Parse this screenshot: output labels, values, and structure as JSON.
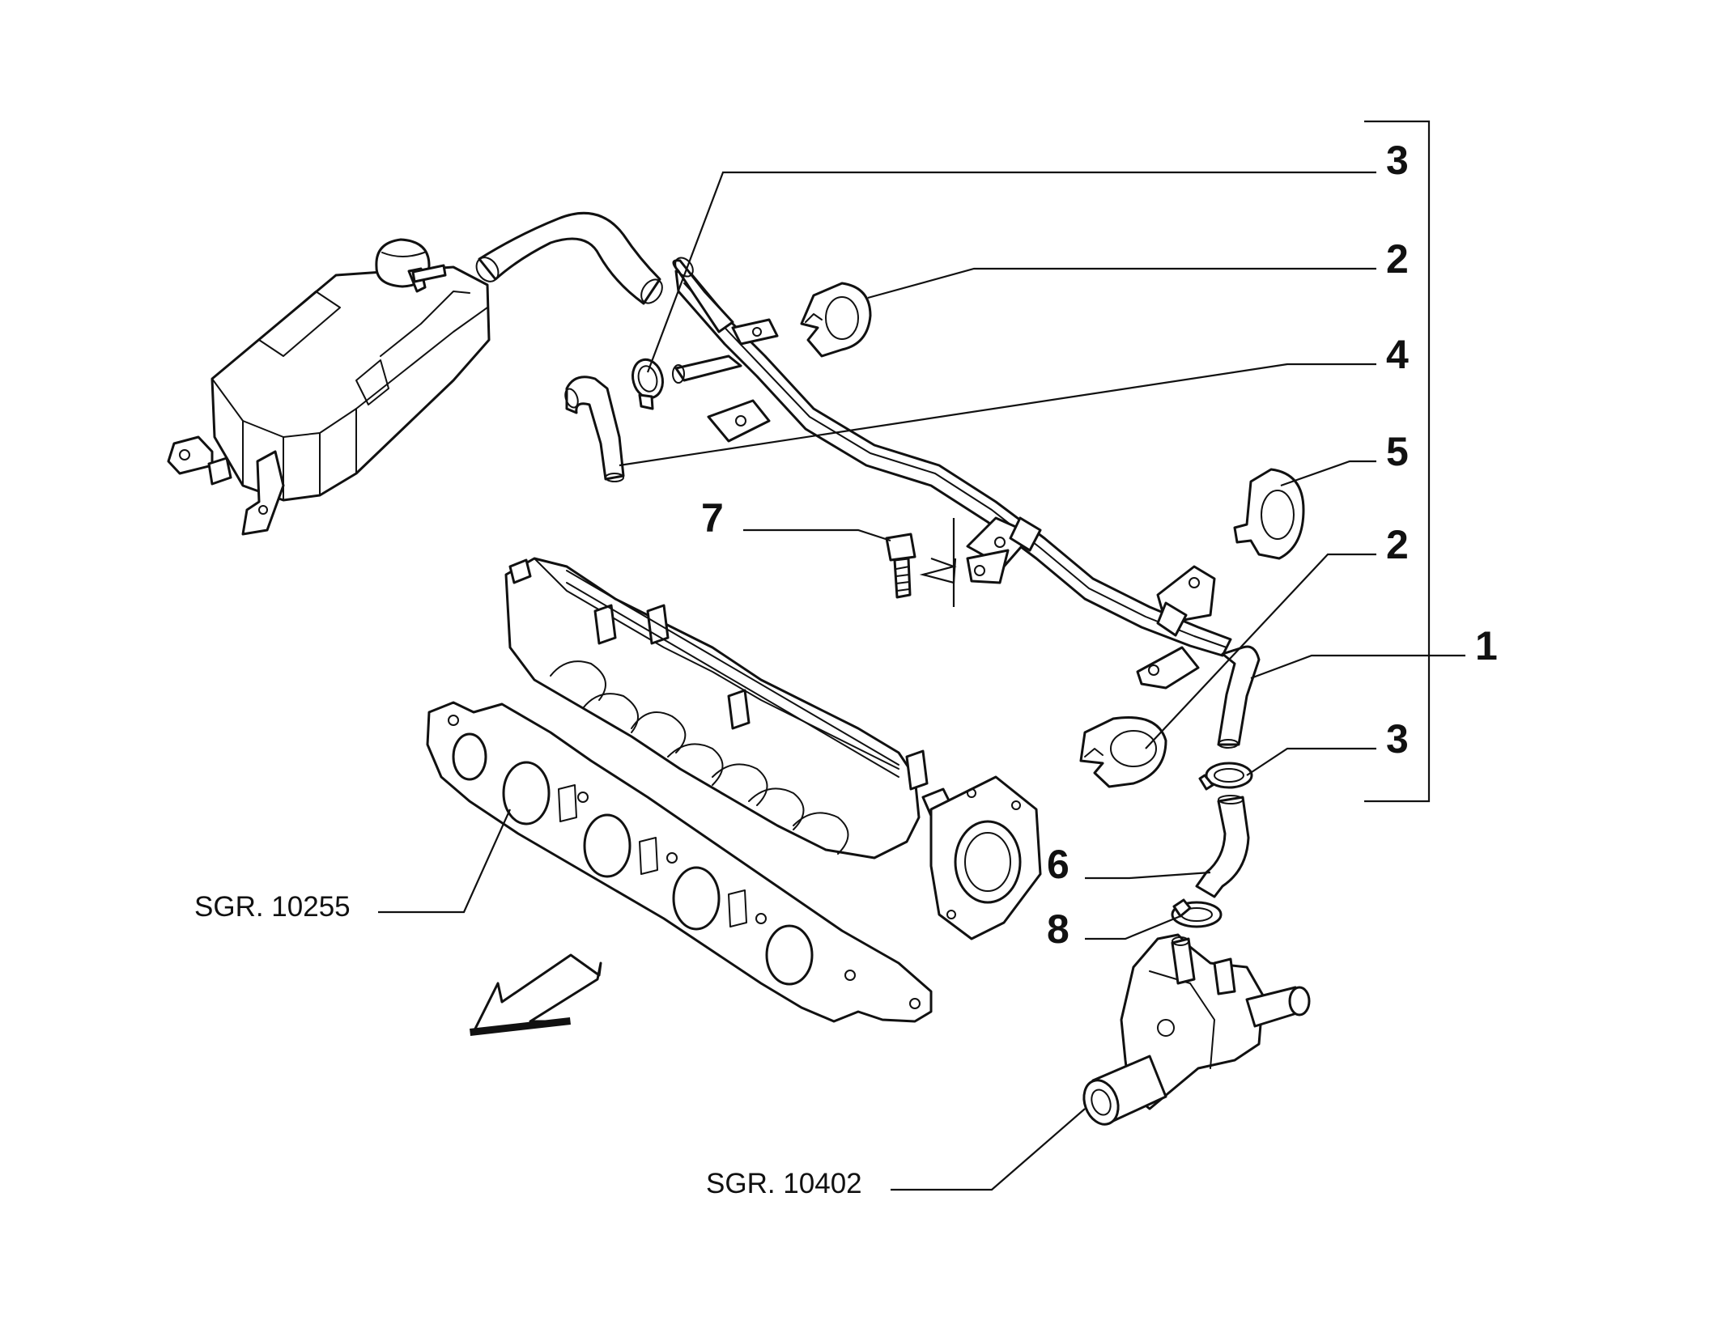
{
  "callouts": {
    "c1": "1",
    "c2a": "2",
    "c2b": "2",
    "c3a": "3",
    "c3b": "3",
    "c4": "4",
    "c5": "5",
    "c6": "6",
    "c7": "7",
    "c8": "8"
  },
  "references": {
    "intake_manifold": "SGR. 10255",
    "thermostat": "SGR. 10402"
  }
}
